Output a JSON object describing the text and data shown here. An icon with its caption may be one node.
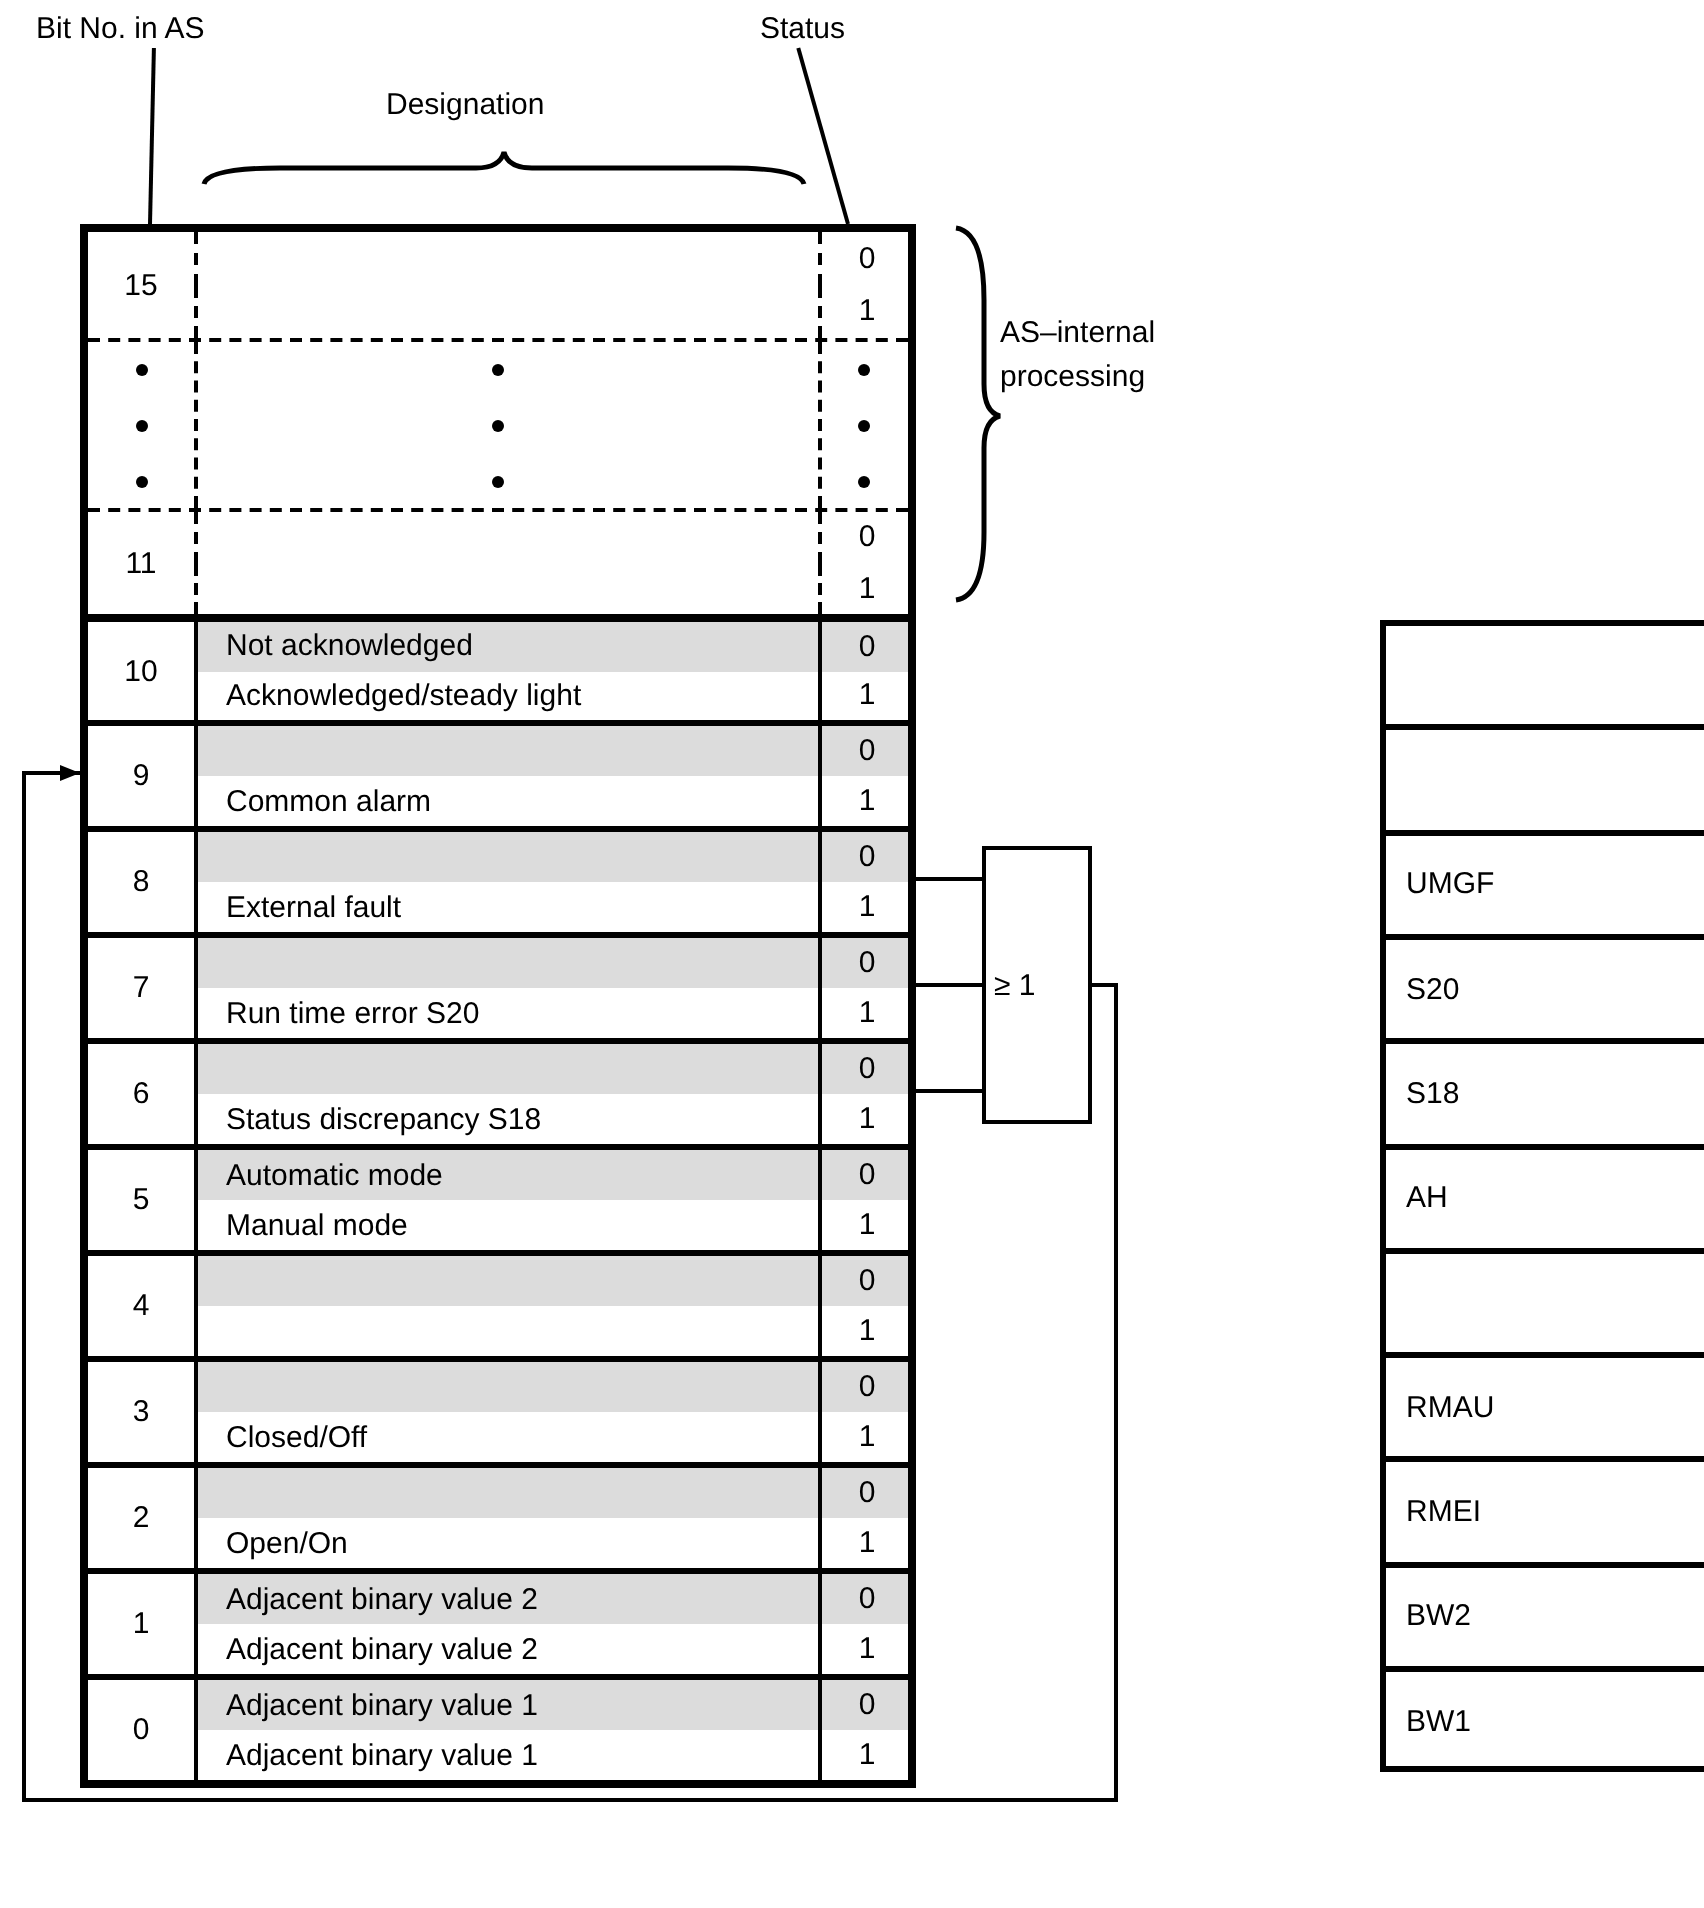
{
  "diagram": {
    "nodes": [
      {
        "text": [
          "Bit No. in AS"
        ]
      },
      {
        "text": [
          "Status"
        ]
      },
      {
        "text": [],
        "shape": "box"
      },
      {
        "text": [
          "15"
        ],
        "in": 2
      },
      {
        "text": [
          "0"
        ],
        "in": 3
      },
      {
        "text": [
          "1"
        ],
        "in": 3
      },
      {
        "text": [],
        "shape": "box",
        "in": 2
      },
      {
        "text": [
          "11"
        ],
        "in": 2
      },
      {
        "text": [
          "0"
        ],
        "in": 7
      },
      {
        "text": [
          "1"
        ],
        "in": 7
      },
      {
        "text": [
          "10"
        ],
        "in": 2
      },
      {
        "text": [
          "Not acknowledged",
          "0"
        ],
        "in": 10
      },
      {
        "text": [
          "Acknowledged/steady light",
          "1"
        ],
        "in": 10
      },
      {
        "text": [
          "9"
        ],
        "in": 2
      },
      {
        "text": [
          "0"
        ],
        "in": 13
      },
      {
        "text": [
          "Common alarm",
          "1"
        ],
        "in": 13
      },
      {
        "text": [
          "8"
        ],
        "in": 2
      },
      {
        "text": [
          "0"
        ],
        "in": 16
      },
      {
        "text": [
          "External fault",
          "1"
        ],
        "in": 16
      },
      {
        "text": [
          "7"
        ],
        "in": 2
      },
      {
        "text": [
          "0"
        ],
        "in": 19
      },
      {
        "text": [
          "Run time error S20",
          "1"
        ],
        "in": 19
      },
      {
        "text": [
          "6"
        ],
        "in": 2
      },
      {
        "text": [
          "0"
        ],
        "in": 22
      },
      {
        "text": [
          "Status discrepancy S18",
          "1"
        ],
        "in": 22
      },
      {
        "text": [
          "5"
        ],
        "in": 2
      },
      {
        "text": [
          "Automatic mode",
          "0"
        ],
        "in": 25
      },
      {
        "text": [
          "Manual mode",
          "1"
        ],
        "in": 25
      },
      {
        "text": [
          "4"
        ],
        "in": 2
      },
      {
        "text": [
          "0"
        ],
        "in": 28
      },
      {
        "text": [
          "1"
        ],
        "in": 28
      },
      {
        "text": [
          "3"
        ],
        "in": 2
      },
      {
        "text": [
          "0"
        ],
        "in": 31
      },
      {
        "text": [
          "Closed/Off",
          "1"
        ],
        "in": 31
      },
      {
        "text": [
          "2"
        ],
        "in": 2
      },
      {
        "text": [
          "0"
        ],
        "in": 34
      },
      {
        "text": [
          "Open/On",
          "1"
        ],
        "in": 34
      },
      {
        "text": [
          "1"
        ],
        "in": 2
      },
      {
        "text": [
          "Adjacent binary value 2",
          "0"
        ],
        "in": 37
      },
      {
        "text": [
          "Adjacent binary value 2",
          "1"
        ],
        "in": 37
      },
      {
        "text": [
          "0"
        ],
        "in": 2
      },
      {
        "text": [
          "Adjacent binary value 1",
          "0"
        ],
        "in": 40
      },
      {
        "text": [
          "Adjacent binary value 1",
          "1"
        ],
        "in": 40
      },
      {
        "text": [
          "≥ 1"
        ]
      },
      {
        "text": [],
        "shape": "box"
      },
      {
        "text": [],
        "shape": "box",
        "in": 44
      },
      {
        "text": [],
        "shape": "box",
        "in": 44
      },
      {
        "text": [
          "UMGF"
        ],
        "in": 44
      },
      {
        "text": [
          "S20"
        ],
        "in": 44
      },
      {
        "text": [
          "S18"
        ],
        "in": 44
      },
      {
        "text": [
          "AH"
        ],
        "in": 44
      },
      {
        "text": [],
        "shape": "box",
        "in": 44
      },
      {
        "text": [
          "RMAU"
        ],
        "in": 44
      },
      {
        "text": [
          "RMEI"
        ],
        "in": 44
      },
      {
        "text": [
          "BW2"
        ],
        "in": 44
      },
      {
        "text": [
          "BW1"
        ],
        "in": 44
      }
    ],
    "edges": [
      {
        "from": 0,
        "to": 2,
        "arrow": "none"
      },
      {
        "from": 1,
        "to": 2,
        "arrow": "none"
      },
      {
        "from": 16,
        "to": 43,
        "arrow": "none"
      },
      {
        "from": 19,
        "to": 43,
        "arrow": "none"
      },
      {
        "from": 22,
        "to": 43,
        "arrow": "none"
      },
      {
        "from": 43,
        "to": 13,
        "arrow": "to"
      }
    ],
    "labels": [
      "Designation",
      "AS–internal processing"
    ]
  }
}
